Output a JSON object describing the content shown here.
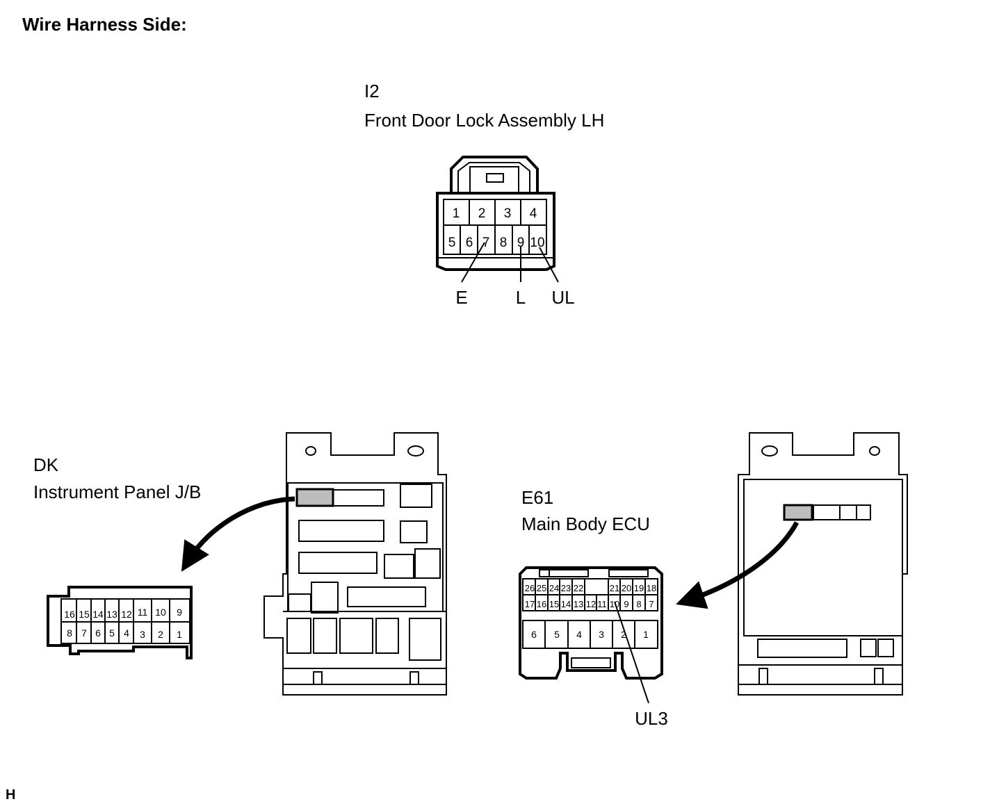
{
  "heading": "Wire Harness Side:",
  "footer_code": "H",
  "connector_i2": {
    "code": "I2",
    "name": "Front Door Lock Assembly LH",
    "top_row_pins": [
      "1",
      "2",
      "3",
      "4"
    ],
    "bottom_row_pins": [
      "5",
      "6",
      "7",
      "8",
      "9",
      "10"
    ],
    "wire_labels": {
      "e": "E",
      "l": "L",
      "ul": "UL"
    }
  },
  "connector_dk": {
    "code": "DK",
    "name": "Instrument Panel J/B",
    "top_row_pins": [
      "16",
      "15",
      "14",
      "13",
      "12",
      "11",
      "10",
      "9"
    ],
    "bottom_row_pins": [
      "8",
      "7",
      "6",
      "5",
      "4",
      "3",
      "2",
      "1"
    ]
  },
  "connector_e61": {
    "code": "E61",
    "name": "Main Body ECU",
    "top_row_pins": [
      "26",
      "25",
      "24",
      "23",
      "22",
      "21",
      "20",
      "19",
      "18"
    ],
    "middle_row_pins": [
      "17",
      "16",
      "15",
      "14",
      "13",
      "12",
      "11",
      "10",
      "9",
      "8",
      "7"
    ],
    "bottom_row_pins": [
      "6",
      "5",
      "4",
      "3",
      "2",
      "1"
    ],
    "wire_label": "UL3"
  }
}
